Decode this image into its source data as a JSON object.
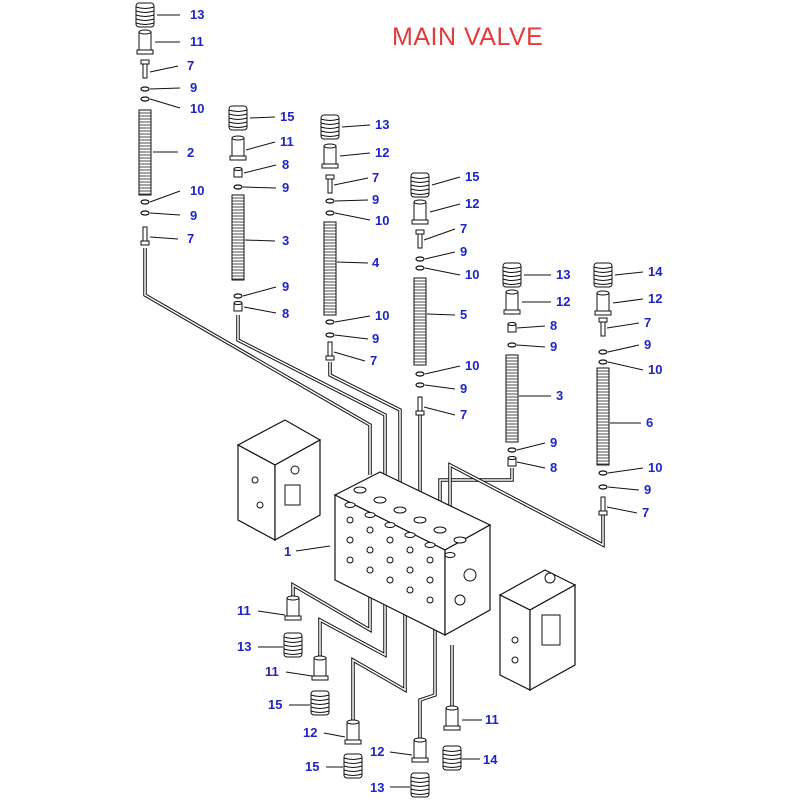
{
  "title": "MAIN VALVE",
  "columns": [
    {
      "labels": [
        "13",
        "11",
        "7",
        "9",
        "10",
        "2",
        "10",
        "9",
        "7"
      ]
    },
    {
      "labels": [
        "15",
        "11",
        "8",
        "9",
        "3",
        "9",
        "8"
      ]
    },
    {
      "labels": [
        "13",
        "12",
        "7",
        "9",
        "10",
        "4",
        "10",
        "9",
        "7"
      ]
    },
    {
      "labels": [
        "15",
        "12",
        "7",
        "9",
        "10",
        "5",
        "10",
        "9",
        "7"
      ]
    },
    {
      "labels": [
        "13",
        "12",
        "8",
        "9",
        "3",
        "9",
        "8"
      ]
    },
    {
      "labels": [
        "14",
        "12",
        "7",
        "9",
        "10",
        "6",
        "10",
        "9",
        "7"
      ]
    }
  ],
  "main_label": "1",
  "bottom_labels": [
    "11",
    "13",
    "11",
    "15",
    "12",
    "15",
    "12",
    "13",
    "11",
    "14"
  ]
}
